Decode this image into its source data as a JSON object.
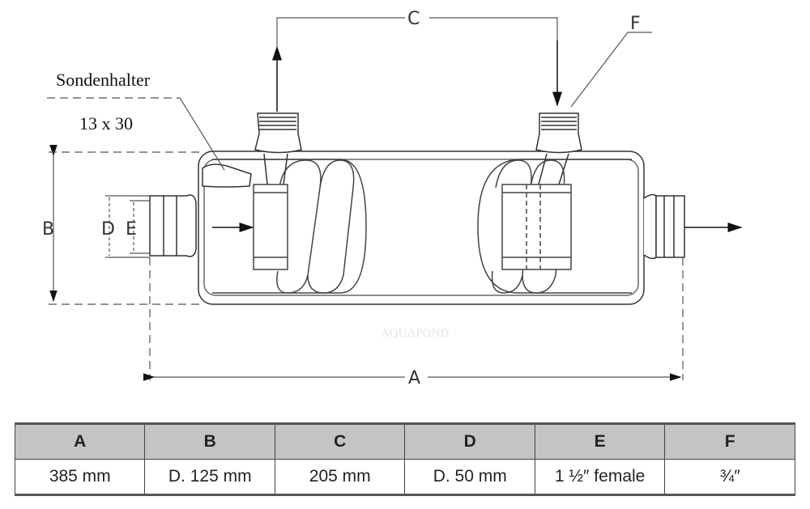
{
  "labels": {
    "A": "A",
    "B": "B",
    "C": "C",
    "D": "D",
    "E": "E",
    "F": "F",
    "probe_holder": "Sondenhalter",
    "probe_size": "13 x 30",
    "watermark": "AQUAPOND"
  },
  "table": {
    "headers": [
      "A",
      "B",
      "C",
      "D",
      "E",
      "F"
    ],
    "values": [
      "385 mm",
      "D. 125 mm",
      "205 mm",
      "D. 50 mm",
      "1 ½″ female",
      "¾″"
    ]
  }
}
